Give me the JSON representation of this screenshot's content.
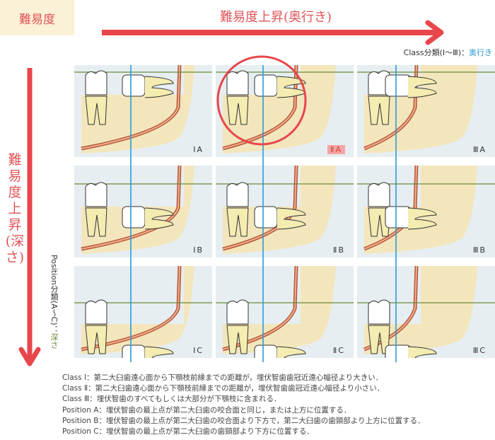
{
  "badge": "難易度",
  "horizontal_axis": {
    "title": "難易度上昇(奥行き)",
    "class_label": "Class分類(Ⅰ〜Ⅲ)：",
    "class_accent": "奥行き"
  },
  "vertical_axis": {
    "title": "難易度上昇(深さ)",
    "position_label": "Position分類(A〜C)：",
    "position_accent": "深さ"
  },
  "cells": [
    {
      "label": "ⅠA",
      "highlight": false
    },
    {
      "label": "ⅡA",
      "highlight": true
    },
    {
      "label": "ⅢA",
      "highlight": false
    },
    {
      "label": "ⅠB",
      "highlight": false
    },
    {
      "label": "ⅡB",
      "highlight": false
    },
    {
      "label": "ⅢB",
      "highlight": false
    },
    {
      "label": "ⅠC",
      "highlight": false
    },
    {
      "label": "ⅡC",
      "highlight": false
    },
    {
      "label": "ⅢC",
      "highlight": false
    }
  ],
  "notes": [
    "Class Ⅰ：第二大臼歯遠心面から下顎枝前縁までの距離が，埋伏智歯歯冠近遠心幅径より大きい．",
    "Class Ⅱ：第二大臼歯遠心面から下顎枝前縁までの距離が，埋伏智歯歯冠近遠心幅径より小さい．",
    "Class Ⅲ：埋伏智歯のすべてもしくは大部分が下顎枝に含まれる．",
    "Position A：埋伏智歯の最上点が第二大臼歯の咬合面と同じ，または上方に位置する．",
    "Position B：埋伏智歯の最上点が第二大臼歯の咬合面より下方で，第二大臼歯の歯頸部より上方に位置する．",
    "Position C：埋伏智歯の最上点が第二大臼歯の歯頸部より下方に位置する．"
  ],
  "colors": {
    "accent": "#e8464b",
    "blue": "#2a9bd6",
    "green": "#6a8a3a",
    "bone": "#f3e6bc"
  }
}
